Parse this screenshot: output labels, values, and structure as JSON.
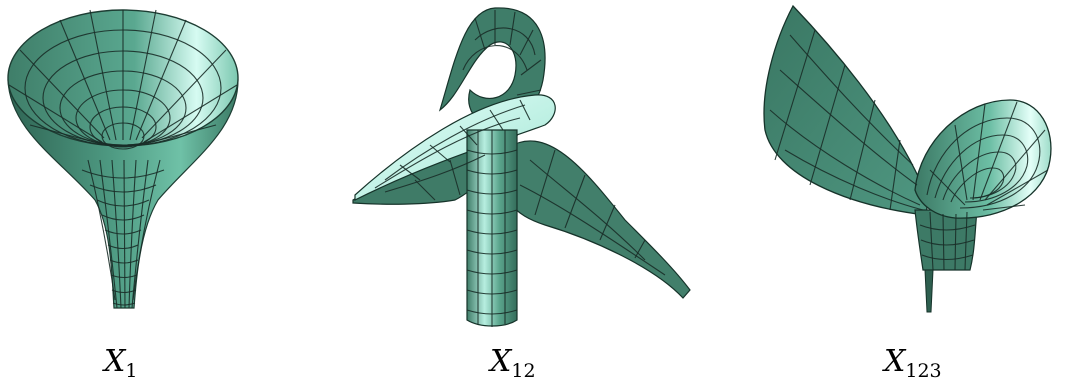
{
  "figures": [
    {
      "id": "X1",
      "symbol": "X",
      "subscript": "1"
    },
    {
      "id": "X12",
      "symbol": "X",
      "subscript": "12"
    },
    {
      "id": "X123",
      "symbol": "X",
      "subscript": "123"
    }
  ],
  "colors": {
    "surface_dark": "#3f7a67",
    "surface_mid": "#4f9c84",
    "surface_light": "#c8f4ea",
    "highlight": "#f4fffc",
    "mesh": "#1a2e28"
  }
}
